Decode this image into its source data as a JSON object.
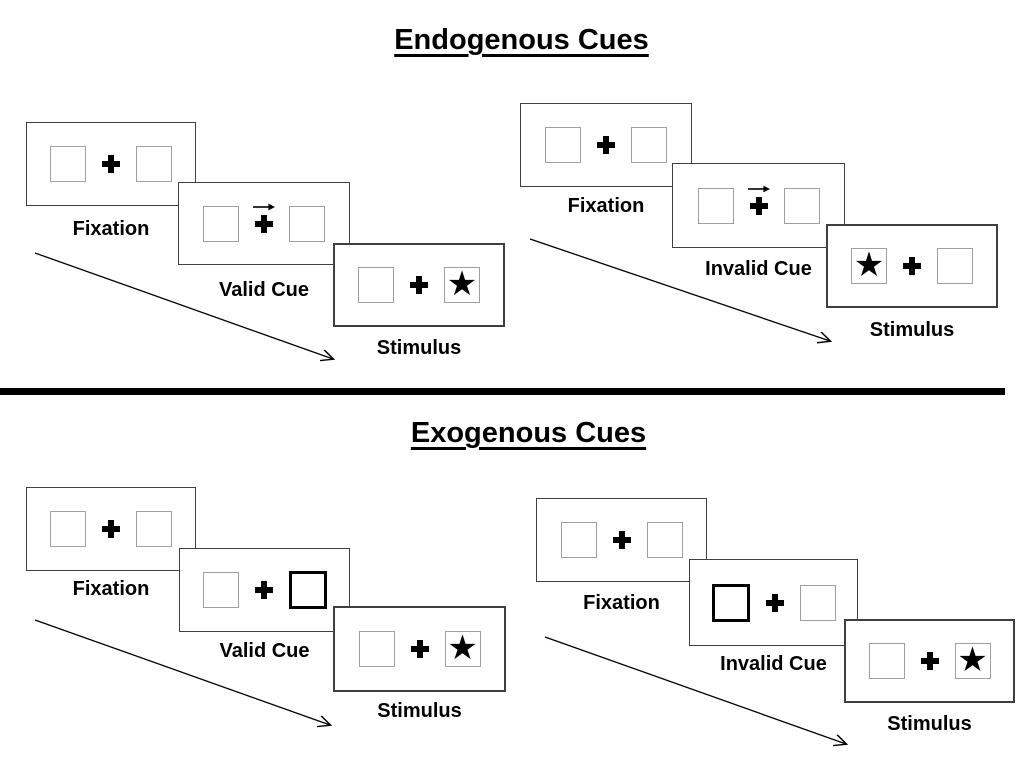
{
  "diagram": {
    "titles": {
      "endogenous": "Endogenous Cues",
      "exogenous": "Exogenous Cues"
    },
    "glyphs": {
      "star": "★"
    },
    "colors": {
      "ink": "#000000",
      "panel_border": "#3f3f3f",
      "box_border": "#a0a0a0",
      "cue_box_border": "#000000",
      "background": "#ffffff"
    },
    "sequences": {
      "endogenous_valid": {
        "panels": [
          {
            "label": "Fixation"
          },
          {
            "label": "Valid Cue",
            "cue": "arrow-right-above-fixation"
          },
          {
            "label": "Stimulus",
            "star_side": "right"
          }
        ]
      },
      "endogenous_invalid": {
        "panels": [
          {
            "label": "Fixation"
          },
          {
            "label": "Invalid Cue",
            "cue": "arrow-right-above-fixation"
          },
          {
            "label": "Stimulus",
            "star_side": "left"
          }
        ]
      },
      "exogenous_valid": {
        "panels": [
          {
            "label": "Fixation"
          },
          {
            "label": "Valid Cue",
            "cue": "bold-right-box"
          },
          {
            "label": "Stimulus",
            "star_side": "right"
          }
        ]
      },
      "exogenous_invalid": {
        "panels": [
          {
            "label": "Fixation"
          },
          {
            "label": "Invalid Cue",
            "cue": "bold-left-box"
          },
          {
            "label": "Stimulus",
            "star_side": "right"
          }
        ]
      }
    }
  }
}
